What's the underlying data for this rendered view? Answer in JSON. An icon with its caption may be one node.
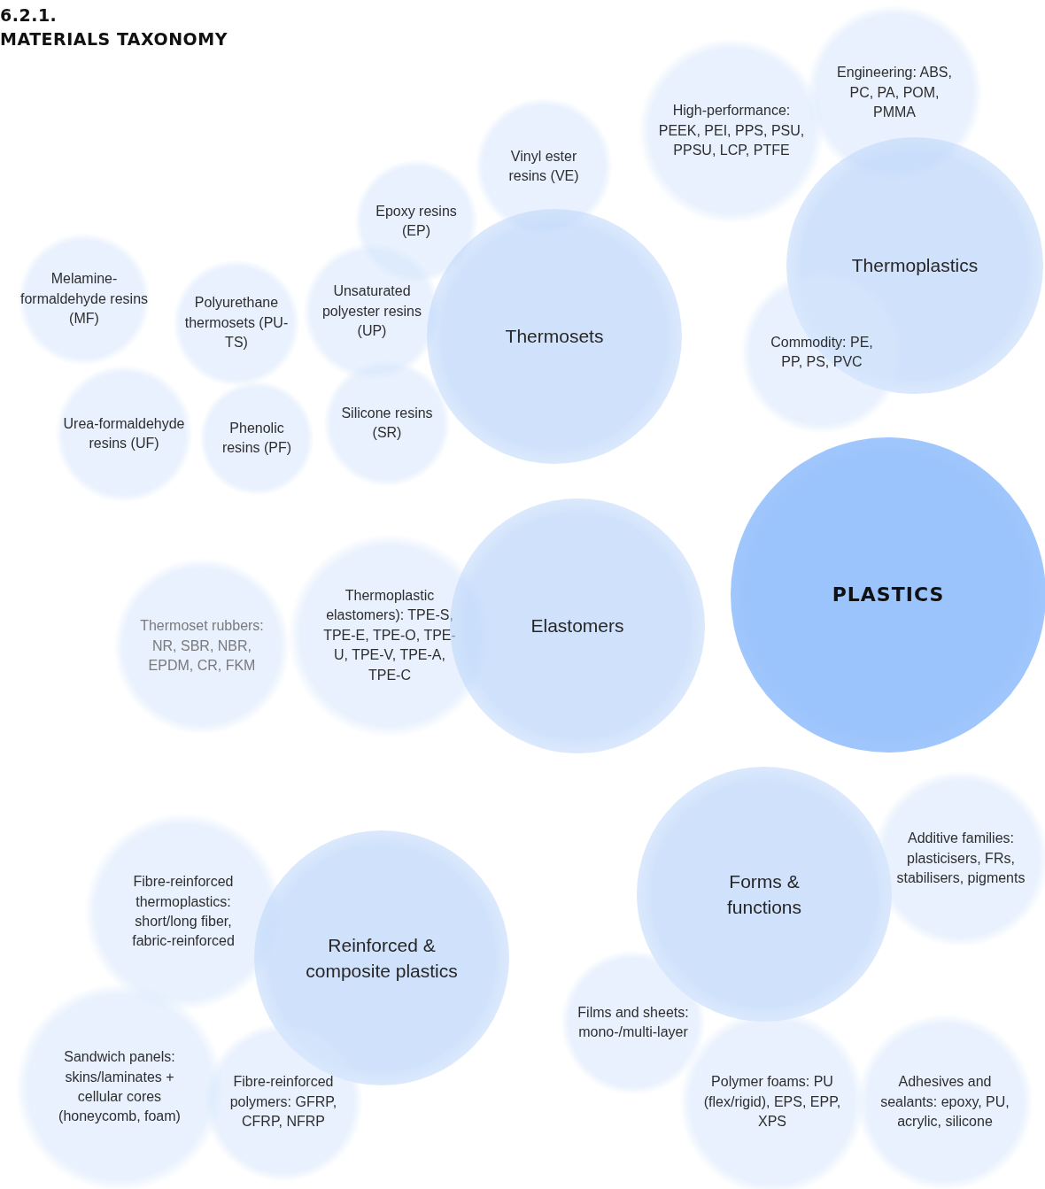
{
  "diagram": {
    "title": "MATERIALS TAXONOMY",
    "nodes": [
      {
        "text": [
          "High-performance: PEEK, PEI, PPS, PSU, PPSU, LCP, PTFE"
        ]
      },
      {
        "text": [
          "Engineering: ABS, PC, PA, POM, PMMA"
        ]
      },
      {
        "text": [
          "Vinyl ester resins (VE)"
        ]
      },
      {
        "text": [
          "Epoxy resins (EP)"
        ]
      },
      {
        "text": [
          "Thermoplastics"
        ]
      },
      {
        "text": [
          "Melamine-formaldehyde resins (MF)"
        ]
      },
      {
        "text": [
          "Polyurethane thermosets (PU-TS)"
        ]
      },
      {
        "text": [
          "Unsaturated polyester resins (UP)"
        ]
      },
      {
        "text": [
          "Thermosets"
        ]
      },
      {
        "text": [
          "Commodity: PE, PP, PS, PVC"
        ]
      },
      {
        "text": [
          "Urea-formaldehyde resins (UF)"
        ]
      },
      {
        "text": [
          "Phenolic resins (PF)"
        ]
      },
      {
        "text": [
          "Silicone resins (SR)"
        ]
      },
      {
        "text": [
          "PLASTICS"
        ]
      },
      {
        "text": [
          "Thermoset rubbers: NR, SBR, NBR, EPDM, CR, FKM"
        ]
      },
      {
        "text": [
          "Thermoplastic elastomers): TPE-S, TPE-E, TPE-O, TPE-U, TPE-V, TPE-A, TPE-C"
        ]
      },
      {
        "text": [
          "Elastomers"
        ]
      },
      {
        "text": [
          "Forms & functions"
        ]
      },
      {
        "text": [
          "Additive families: plasticisers, FRs, stabilisers, pigments"
        ]
      },
      {
        "text": [
          "Fibre-reinforced thermoplastics: short/long fiber, fabric-reinforced"
        ]
      },
      {
        "text": [
          "Reinforced & composite plastics"
        ]
      },
      {
        "text": [
          "Films and sheets: mono-/multi-layer"
        ]
      },
      {
        "text": [
          "Sandwich panels: skins/laminates + cellular cores (honeycomb, foam)"
        ]
      },
      {
        "text": [
          "Fibre-reinforced polymers: GFRP, CFRP, NFRP"
        ]
      },
      {
        "text": [
          "Polymer foams: PU (flex/rigid), EPS, EPP, XPS"
        ]
      },
      {
        "text": [
          "Adhesives and sealants: epoxy, PU, acrylic, silicone"
        ]
      }
    ],
    "labels": [
      "6.2.1."
    ]
  }
}
